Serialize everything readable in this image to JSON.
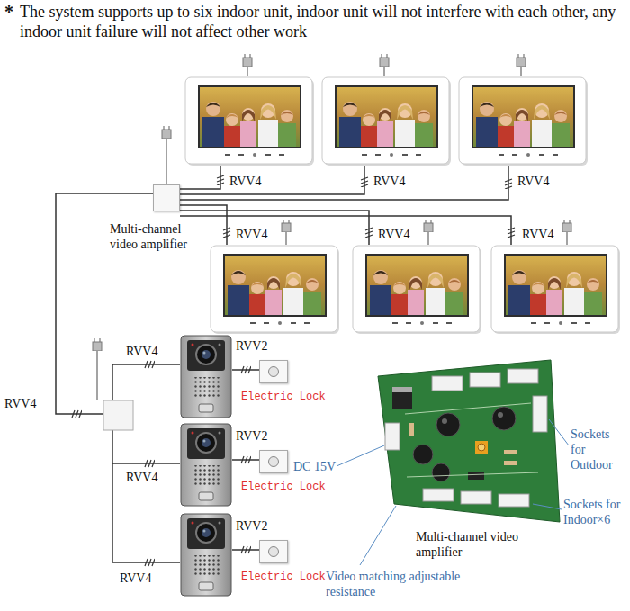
{
  "diagram": {
    "title": "The system supports up to six indoor unit, indoor unit will not interfere with each other, any indoor unit failure will not affect other work",
    "nodes": [
      {
        "text": [
          "Multi-channel video amplifier"
        ]
      },
      {
        "text": [
          "Electric Lock"
        ]
      },
      {
        "text": [
          "Electric Lock"
        ]
      },
      {
        "text": [
          "Electric Lock"
        ]
      }
    ],
    "labels": [
      "*",
      "RVV4",
      "RVV4",
      "RVV4",
      "RVV4",
      "RVV4",
      "RVV4",
      "RVV4",
      "RVV4",
      "RVV2",
      "RVV2",
      "RVV4",
      "RVV2",
      "RVV4",
      "DC 15V",
      "Sockets for Outdoor",
      "Multi-channel video amplifier",
      "Sockets for Indoor×6",
      "Video matching adjustable resistance"
    ]
  }
}
